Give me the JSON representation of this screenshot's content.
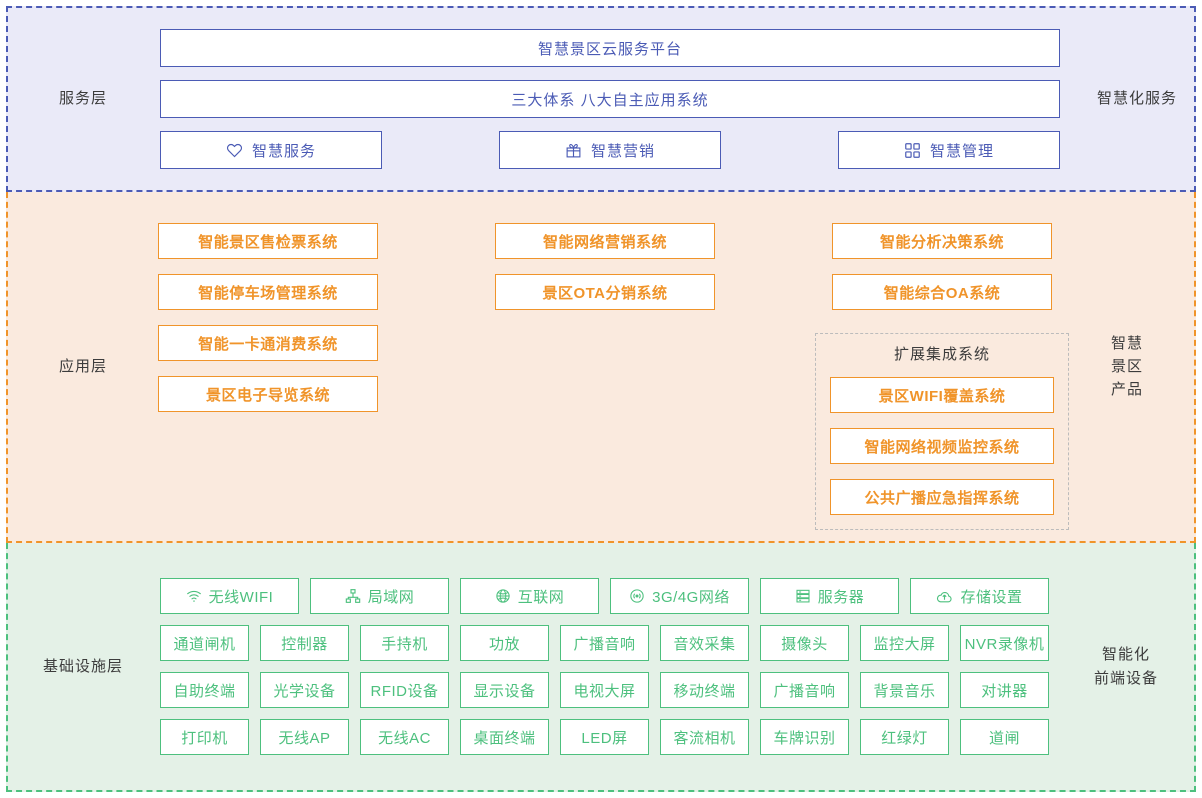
{
  "layers": {
    "service": {
      "left_label": "服务层",
      "right_label": "智慧化服务",
      "platform": "智慧景区云服务平台",
      "systems": "三大体系  八大自主应用系统",
      "pills": [
        {
          "label": "智慧服务",
          "icon": "heart-icon"
        },
        {
          "label": "智慧营销",
          "icon": "gift-icon"
        },
        {
          "label": "智慧管理",
          "icon": "grid-icon"
        }
      ],
      "accent": "#4b5bb5",
      "background": "#eaeaf8"
    },
    "application": {
      "left_label": "应用层",
      "right_label": "智慧\n景区\n产品",
      "right_label_lines": [
        "智慧",
        "景区",
        "产品"
      ],
      "columns": [
        {
          "items": [
            "智能景区售检票系统",
            "智能停车场管理系统",
            "智能一卡通消费系统",
            "景区电子导览系统"
          ]
        },
        {
          "items": [
            "智能网络营销系统",
            "景区OTA分销系统"
          ]
        },
        {
          "items": [
            "智能分析决策系统",
            "智能综合OA系统"
          ],
          "group": {
            "title": "扩展集成系统",
            "items": [
              "景区WIFI覆盖系统",
              "智能网络视频监控系统",
              "公共广播应急指挥系统"
            ]
          }
        }
      ],
      "accent": "#f0942a",
      "background": "#faeade"
    },
    "infrastructure": {
      "left_label": "基础设施层",
      "right_label_lines": [
        "智能化",
        "前端设备"
      ],
      "top_row": [
        {
          "label": "无线WIFI",
          "icon": "wifi-icon"
        },
        {
          "label": "局域网",
          "icon": "lan-icon"
        },
        {
          "label": "互联网",
          "icon": "globe-icon"
        },
        {
          "label": "3G/4G网络",
          "icon": "signal-icon"
        },
        {
          "label": "服务器",
          "icon": "server-icon"
        },
        {
          "label": "存储设置",
          "icon": "cloud-storage-icon"
        }
      ],
      "device_rows": [
        [
          "通道闸机",
          "控制器",
          "手持机",
          "功放",
          "广播音响",
          "音效采集",
          "摄像头",
          "监控大屏",
          "NVR录像机"
        ],
        [
          "自助终端",
          "光学设备",
          "RFID设备",
          "显示设备",
          "电视大屏",
          "移动终端",
          "广播音响",
          "背景音乐",
          "对讲器"
        ],
        [
          "打印机",
          "无线AP",
          "无线AC",
          "桌面终端",
          "LED屏",
          "客流相机",
          "车牌识别",
          "红绿灯",
          "道闸"
        ]
      ],
      "accent": "#4dc07e",
      "background": "#e4f1e7"
    }
  }
}
